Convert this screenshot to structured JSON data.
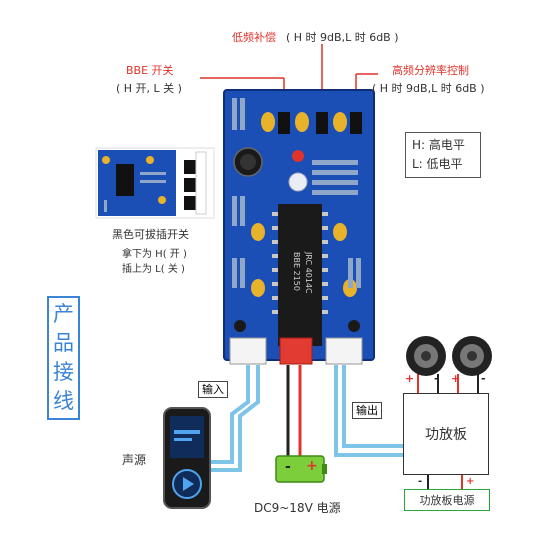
{
  "labels": {
    "bass_comp": "低频补偿",
    "bass_comp_detail": "( H 时 9dB,L 时 6dB )",
    "bbe_switch": "BBE 开关",
    "bbe_switch_detail": "( H 开, L 关 )",
    "treble_res": "高频分辨率控制",
    "treble_res_detail": "( H 时 9dB,L 时 6dB )",
    "legend_h": "H: 高电平",
    "legend_l": "L: 低电平",
    "jumper_title": "黑色可拔插开关",
    "jumper_off": "拿下为 H( 开 )",
    "jumper_on": "插上为 L( 关 )",
    "title": "产品接线",
    "input": "输入",
    "output": "输出",
    "source": "声源",
    "dc_power": "DC9~18V 电源",
    "amp": "功放板",
    "amp_power": "功放板电源",
    "plus": "+",
    "minus": "-",
    "chip_line1": "BBE 2150",
    "chip_line2": "JRC 4014C"
  },
  "colors": {
    "red": "#e0332c",
    "blue_pcb": "#1b4fb5",
    "wire_blue": "#7ec3e8",
    "green": "#2aa43a",
    "title_blue": "#3a84d6"
  }
}
